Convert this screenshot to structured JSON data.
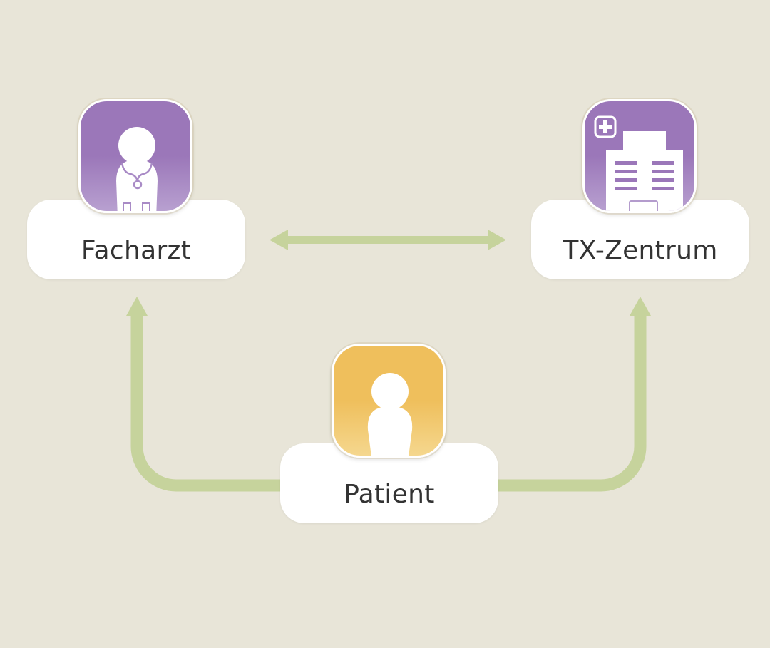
{
  "diagram": {
    "nodes": {
      "facharzt": {
        "label": "Facharzt",
        "icon": "doctor-icon"
      },
      "tx_zentrum": {
        "label": "TX-Zentrum",
        "icon": "hospital-icon"
      },
      "patient": {
        "label": "Patient",
        "icon": "person-icon"
      }
    },
    "connections": [
      {
        "from": "facharzt",
        "to": "tx_zentrum",
        "direction": "bidirectional"
      },
      {
        "from": "patient",
        "to": "facharzt",
        "direction": "one-way"
      },
      {
        "from": "patient",
        "to": "tx_zentrum",
        "direction": "one-way"
      }
    ],
    "colors": {
      "background": "#e8e5d8",
      "arrow": "#c6d39c",
      "purple_icon": "#9b77b9",
      "yellow_icon": "#efbf5c",
      "card": "#ffffff",
      "text": "#333333"
    }
  }
}
